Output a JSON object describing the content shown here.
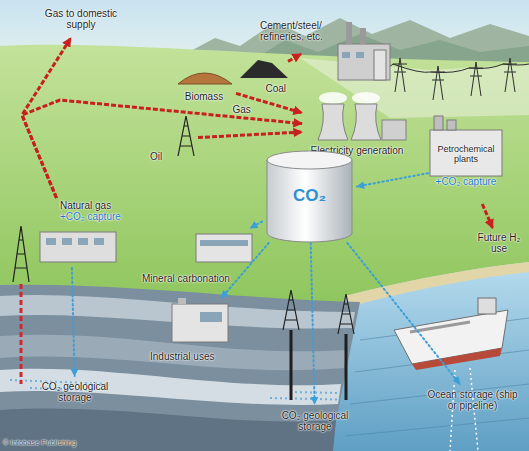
{
  "diagram": {
    "nodes": [
      {
        "text": [
          "Gas to domestic supply"
        ]
      },
      {
        "text": [
          "Cement/steel/ refineries, etc."
        ]
      },
      {
        "text": [
          "Biomass"
        ]
      },
      {
        "text": [
          "Coal"
        ]
      },
      {
        "text": [
          "Electricity generation"
        ]
      },
      {
        "text": [
          "Oil"
        ]
      },
      {
        "text": [
          "Petrochemical plants",
          "+CO₂ capture"
        ]
      },
      {
        "text": [
          "Future H₂ use"
        ]
      },
      {
        "text": [
          "CO₂"
        ]
      },
      {
        "text": [
          "Natural gas",
          "+CO₂ capture"
        ]
      },
      {
        "text": [
          "Mineral carbonation"
        ]
      },
      {
        "text": [
          "Industrial uses"
        ]
      },
      {
        "text": [
          "CO₂ geological storage"
        ]
      },
      {
        "text": [
          "CO₂ geological storage"
        ]
      },
      {
        "text": [
          "Ocean storage (ship or pipeline)"
        ]
      }
    ],
    "edges": [
      {
        "from": 9,
        "to": 0,
        "arrow": "to"
      },
      {
        "from": 9,
        "to": 4,
        "label": "Gas",
        "arrow": "to"
      },
      {
        "from": 2,
        "to": 4,
        "arrow": "to"
      },
      {
        "from": 3,
        "to": 1,
        "arrow": "to"
      },
      {
        "from": 5,
        "to": 4,
        "arrow": "to"
      },
      {
        "from": 6,
        "to": 7,
        "arrow": "to"
      },
      {
        "from": 6,
        "to": 8,
        "arrow": "to"
      },
      {
        "from": 8,
        "to": 10,
        "arrow": "to"
      },
      {
        "from": 8,
        "to": 11,
        "arrow": "to"
      },
      {
        "from": 8,
        "to": 13,
        "arrow": "to"
      },
      {
        "from": 8,
        "to": 14,
        "arrow": "to"
      },
      {
        "from": 9,
        "to": 12,
        "arrow": "to"
      }
    ],
    "labels": [
      "© Infobase Publishing"
    ]
  }
}
